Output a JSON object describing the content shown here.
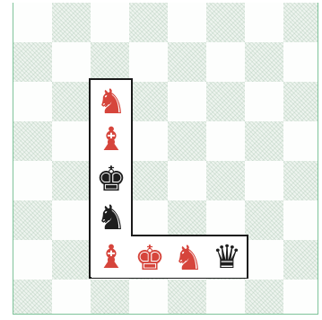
{
  "board": {
    "rows": 8,
    "cols": 8,
    "light_color": "#fdfefd",
    "dark_color": "#dfe9e1",
    "border_color": "#7fc39a"
  },
  "colors": {
    "red_piece": "#d6453c",
    "black_piece": "#1e1e1e",
    "outline": "#1a1a1a"
  },
  "pieces": [
    {
      "name": "white-knight",
      "glyph": "♞",
      "color": "red",
      "icon": "knight-icon",
      "pos": "column-1"
    },
    {
      "name": "white-bishop",
      "glyph": "♝",
      "color": "red",
      "icon": "bishop-icon",
      "pos": "column-2"
    },
    {
      "name": "black-king",
      "glyph": "♚",
      "color": "black",
      "icon": "king-icon",
      "pos": "column-3"
    },
    {
      "name": "black-knight",
      "glyph": "♞",
      "color": "black",
      "icon": "knight-icon",
      "pos": "column-4"
    },
    {
      "name": "white-bishop",
      "glyph": "♝",
      "color": "red",
      "icon": "bishop-icon",
      "pos": "row-1"
    },
    {
      "name": "white-king",
      "glyph": "♚",
      "color": "red",
      "icon": "king-icon",
      "pos": "row-2"
    },
    {
      "name": "white-knight",
      "glyph": "♞",
      "color": "red",
      "icon": "knight-icon",
      "pos": "row-3"
    },
    {
      "name": "black-queen",
      "glyph": "♛",
      "color": "black",
      "icon": "queen-icon",
      "pos": "row-4"
    }
  ]
}
